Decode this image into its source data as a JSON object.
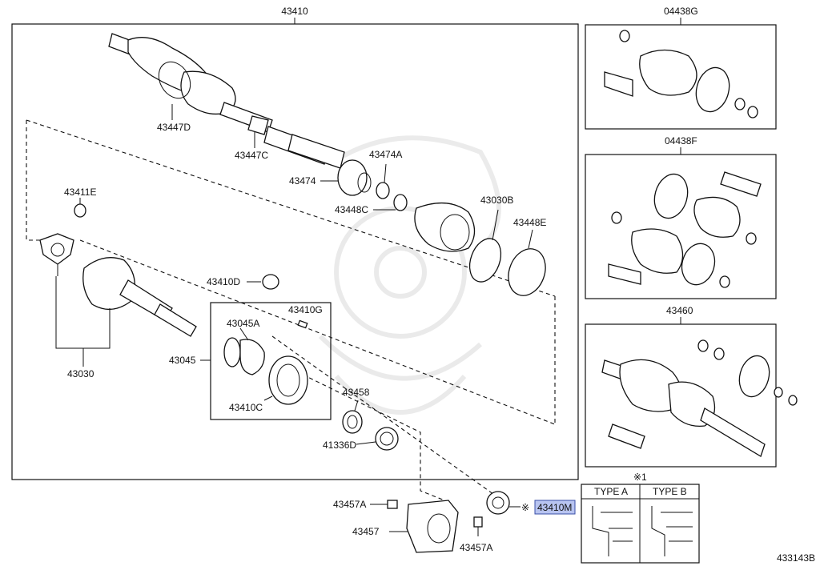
{
  "diagram_id": "433143B",
  "note_symbol": "※",
  "note_ref": "※1",
  "labels": {
    "p43410": "43410",
    "p43447D": "43447D",
    "p43447C": "43447C",
    "p43474A": "43474A",
    "p43474": "43474",
    "p43448C": "43448C",
    "p43030B": "43030B",
    "p43448E": "43448E",
    "p43411E": "43411E",
    "p43410D": "43410D",
    "p43410G": "43410G",
    "p43045A": "43045A",
    "p43045": "43045",
    "p43030": "43030",
    "p43410C": "43410C",
    "p43458": "43458",
    "p41336D": "41336D",
    "p43457A_top": "43457A",
    "p43457": "43457",
    "p43457A_bottom": "43457A",
    "p43410M": "43410M",
    "p04438G": "04438G",
    "p04438F": "04438F",
    "p43460": "43460"
  },
  "types": {
    "type_a": "TYPE A",
    "type_b": "TYPE B"
  }
}
